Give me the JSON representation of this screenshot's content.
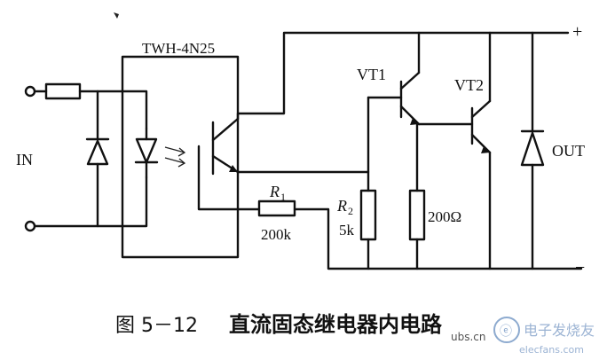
{
  "diagram": {
    "optocoupler_label": "TWH-4N25",
    "input_label": "IN",
    "output_label": "OUT",
    "plus_sign": "+",
    "minus_sign": "−",
    "r1_label": "R",
    "r1_subscript": "1",
    "r1_value": "200k",
    "r2_label": "R",
    "r2_subscript": "2",
    "r2_value": "5k",
    "r3_value": "200Ω",
    "vt1_label": "VT1",
    "vt2_label": "VT2",
    "caption_number": "图 5－12",
    "caption_text": "直流固态继电器内电路",
    "watermark_logo": "电子发烧友",
    "watermark_url": "ubs.cn",
    "watermark_host": "elecfans.com"
  }
}
